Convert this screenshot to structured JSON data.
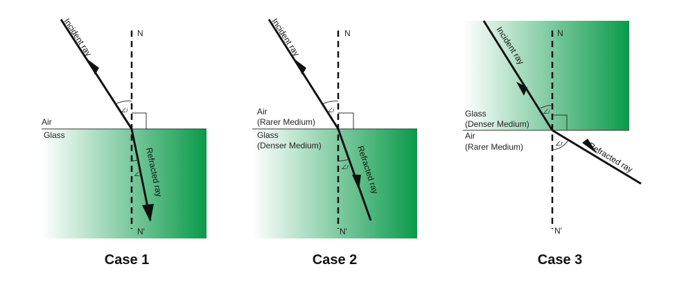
{
  "cases": [
    {
      "caption": "Case 1",
      "normal_top": "N",
      "normal_bottom": "N'",
      "upper_medium": [
        "Air"
      ],
      "lower_medium": [
        "Glass"
      ],
      "incident_label": "Incident ray",
      "refracted_label": "Refracted ray",
      "angle_i": "∠i",
      "angle_r": "∠r"
    },
    {
      "caption": "Case 2",
      "normal_top": "N",
      "normal_bottom": "N'",
      "upper_medium": [
        "Air",
        "(Rarer Medium)"
      ],
      "lower_medium": [
        "Glass",
        "(Denser Medium)"
      ],
      "incident_label": "Incident ray",
      "refracted_label": "Refracted ray",
      "angle_i": "∠i",
      "angle_r": "∠r"
    },
    {
      "caption": "Case 3",
      "normal_top": "N",
      "normal_bottom": "N'",
      "upper_medium": [
        "Glass",
        "(Denser Medium)"
      ],
      "lower_medium": [
        "Air",
        "(Rarer Medium)"
      ],
      "incident_label": "Incident ray",
      "refracted_label": "Refracted ray",
      "angle_i": "∠i",
      "angle_r": "∠r"
    }
  ],
  "colors": {
    "glass_dark": "#0a9a4a",
    "glass_light": "#ffffff",
    "ray": "#111111"
  }
}
